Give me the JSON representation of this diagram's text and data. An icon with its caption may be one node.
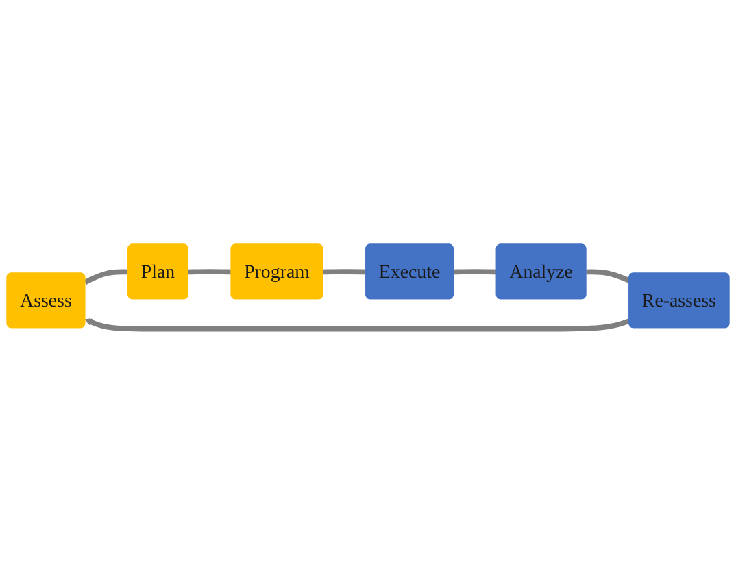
{
  "diagram": {
    "nodes": [
      {
        "text": [
          "Assess"
        ]
      },
      {
        "text": [
          "Plan"
        ]
      },
      {
        "text": [
          "Program"
        ]
      },
      {
        "text": [
          "Execute"
        ]
      },
      {
        "text": [
          "Analyze"
        ]
      },
      {
        "text": [
          "Re-assess"
        ]
      }
    ],
    "edges": [
      {
        "from": 0,
        "to": 1,
        "arrow": "none"
      },
      {
        "from": 1,
        "to": 2,
        "arrow": "none"
      },
      {
        "from": 2,
        "to": 3,
        "arrow": "none"
      },
      {
        "from": 3,
        "to": 4,
        "arrow": "none"
      },
      {
        "from": 4,
        "to": 5,
        "arrow": "none"
      },
      {
        "from": 5,
        "to": 0,
        "arrow": "to"
      }
    ]
  }
}
